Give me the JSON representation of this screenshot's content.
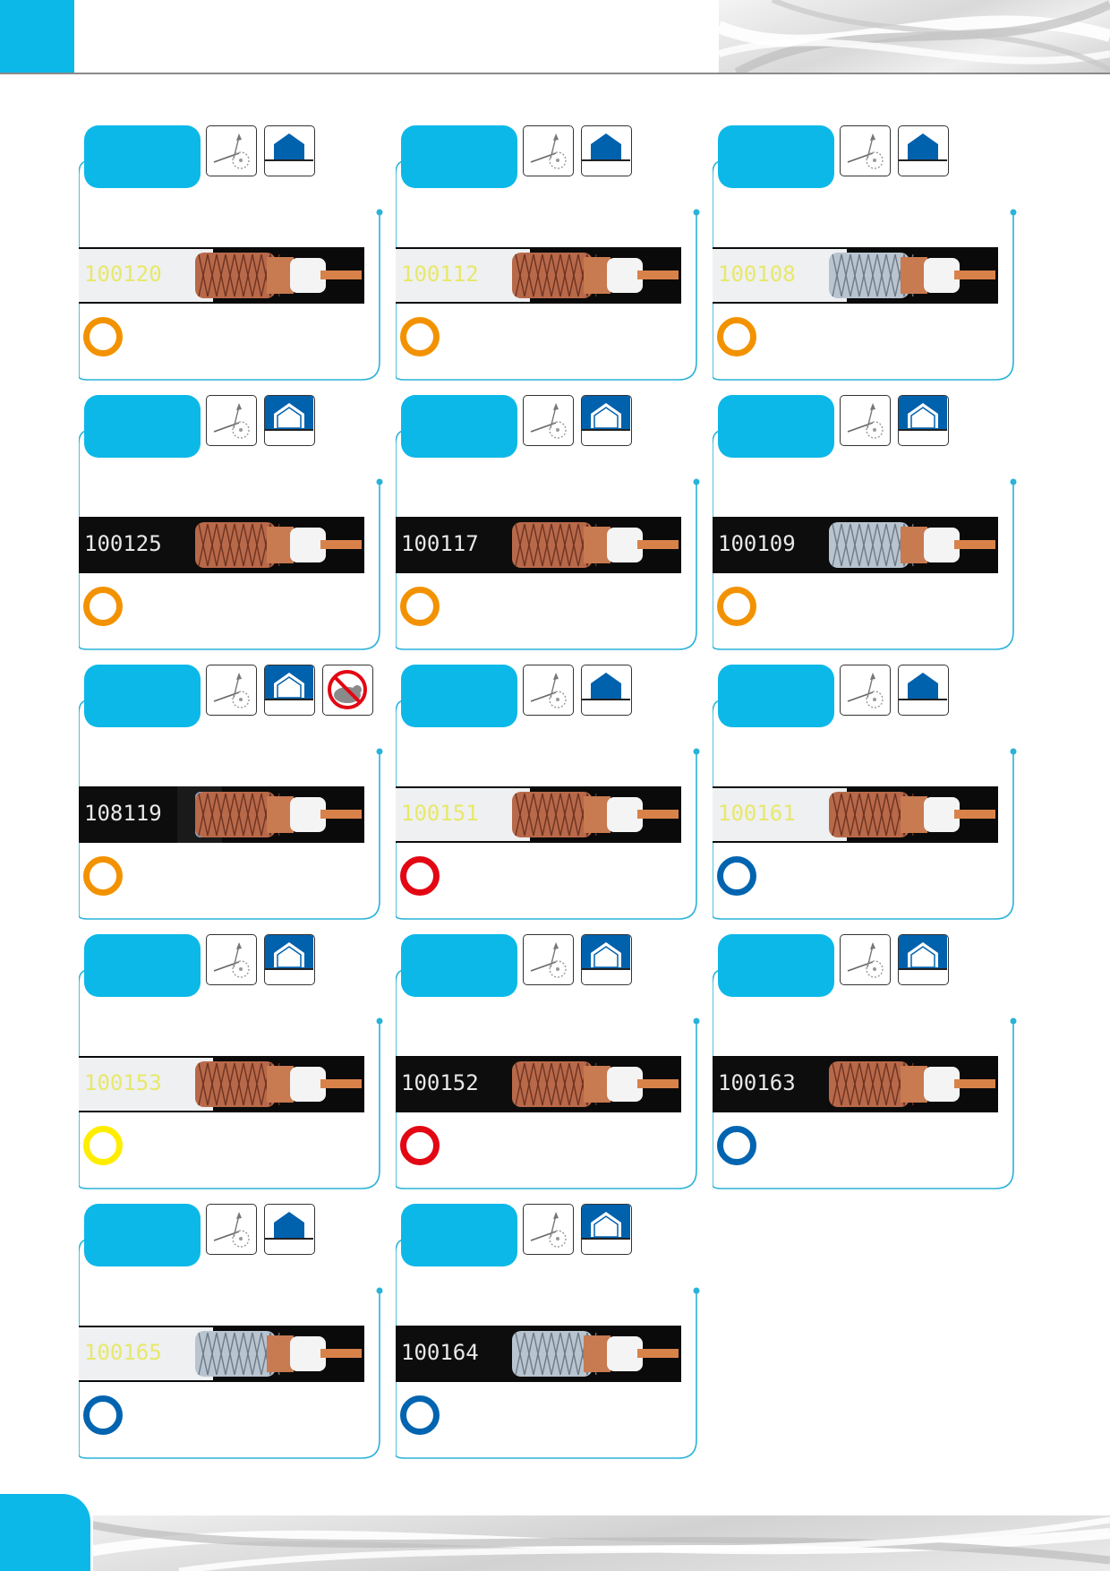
{
  "colors": {
    "accent": "#0cb8e8",
    "frame_line": "#2ab3d8",
    "icon_blue": "#0061ad",
    "orange": "#f39200",
    "red": "#e30613",
    "yellow": "#ffed00",
    "blue": "#0064b0"
  },
  "products": [
    {
      "code": "100120",
      "sheath": "white",
      "braid": "copper",
      "install": "outdoor",
      "ring": "orange",
      "rodent": false
    },
    {
      "code": "100112",
      "sheath": "white",
      "braid": "copper",
      "install": "outdoor",
      "ring": "orange",
      "rodent": false
    },
    {
      "code": "100108",
      "sheath": "white",
      "braid": "silver",
      "install": "outdoor",
      "ring": "orange",
      "rodent": false
    },
    {
      "code": "100125",
      "sheath": "black",
      "braid": "copper",
      "install": "indoor",
      "ring": "orange",
      "rodent": false
    },
    {
      "code": "100117",
      "sheath": "black",
      "braid": "copper",
      "install": "indoor",
      "ring": "orange",
      "rodent": false
    },
    {
      "code": "100109",
      "sheath": "black",
      "braid": "silver",
      "install": "indoor",
      "ring": "orange",
      "rodent": false
    },
    {
      "code": "108119",
      "sheath": "black",
      "braid": "copper-armored",
      "install": "indoor",
      "ring": "orange",
      "rodent": true
    },
    {
      "code": "100151",
      "sheath": "white",
      "braid": "copper",
      "install": "outdoor",
      "ring": "red",
      "rodent": false
    },
    {
      "code": "100161",
      "sheath": "white",
      "braid": "copper",
      "install": "outdoor",
      "ring": "blue",
      "rodent": false
    },
    {
      "code": "100153",
      "sheath": "white",
      "braid": "copper",
      "install": "indoor",
      "ring": "yellow",
      "rodent": false
    },
    {
      "code": "100152",
      "sheath": "black",
      "braid": "copper",
      "install": "indoor",
      "ring": "red",
      "rodent": false
    },
    {
      "code": "100163",
      "sheath": "black",
      "braid": "copper",
      "install": "indoor",
      "ring": "blue",
      "rodent": false
    },
    {
      "code": "100165",
      "sheath": "white",
      "braid": "silver",
      "install": "outdoor",
      "ring": "blue",
      "rodent": false
    },
    {
      "code": "100164",
      "sheath": "black",
      "braid": "silver",
      "install": "indoor",
      "ring": "blue",
      "rodent": false
    }
  ],
  "icons": {
    "bend": "bend-radius-icon",
    "house": "house-icon",
    "rodent": "rodent-protection-icon"
  }
}
